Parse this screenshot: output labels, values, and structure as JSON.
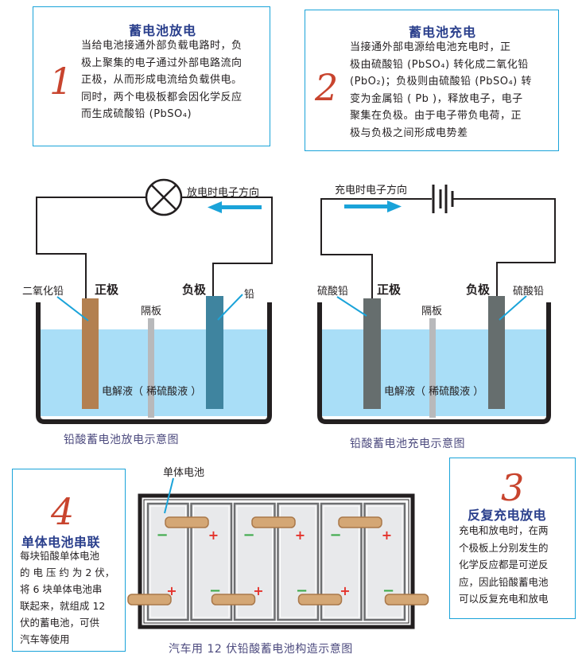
{
  "box1": {
    "number": "1",
    "title": "蓄电池放电",
    "lines": [
      "当给电池接通外部负载电路时，负",
      "极上聚集的电子通过外部电路流向",
      "正极，从而形成电流给负载供电。",
      "同时，两个电极板都会因化学反应",
      "而生成硫酸铅 (PbSO₄)"
    ]
  },
  "box2": {
    "number": "2",
    "title": "蓄电池充电",
    "lines": [
      "当接通外部电源给电池充电时，正",
      "极由硫酸铅 (PbSO₄) 转化成二氧化铅",
      "(PbO₂)；负极则由硫酸铅 (PbSO₄) 转",
      "变为金属铅 ( Pb )，释放电子，电子",
      "聚集在负极。由于电子带负电荷，正",
      "极与负极之间形成电势差"
    ]
  },
  "box3": {
    "number": "3",
    "title": "反复充电放电",
    "lines": [
      "充电和放电时，在两",
      "个极板上分别发生的",
      "化学反应都是可逆反",
      "应，因此铅酸蓄电池",
      "可以反复充电和放电"
    ]
  },
  "box4": {
    "number": "4",
    "title": "单体电池串联",
    "lines": [
      "每块铅酸单体电池",
      "的 电 压 约 为 2 伏，",
      "将 6 块单体电池串",
      "联起来，就组成 12",
      "伏的蓄电池，可供",
      "汽车等使用"
    ]
  },
  "discharge": {
    "direction_label": "放电时电子方向",
    "positive_material": "二氧化铅",
    "positive_label": "正极",
    "negative_label": "负极",
    "negative_material": "铅",
    "separator_label": "隔板",
    "electrolyte_label": "电解液（ 稀硫酸液 ）",
    "caption": "铅酸蓄电池放电示意图",
    "load_symbol": "lamp-icon",
    "arrow_direction": "left"
  },
  "charge": {
    "direction_label": "充电时电子方向",
    "positive_material": "硫酸铅",
    "positive_label": "正极",
    "negative_label": "负极",
    "negative_material": "硫酸铅",
    "separator_label": "隔板",
    "electrolyte_label": "电解液（ 稀硫酸液 ）",
    "caption": "铅酸蓄电池充电示意图",
    "source_symbol": "battery-icon",
    "arrow_direction": "right"
  },
  "battery12v": {
    "cell_label": "单体电池",
    "caption": "汽车用 12 伏铅酸蓄电池构造示意图",
    "cell_count": 6,
    "top_signs": [
      "−",
      "+",
      "−",
      "+",
      "−",
      "+"
    ],
    "bottom_signs": [
      "+",
      "−",
      "+",
      "−",
      "+",
      "−"
    ]
  },
  "colors": {
    "box_border": "#1aa3d9",
    "title_blue": "#2a3f8c",
    "number_red": "#c8442e",
    "electrolyte": "#a9def7",
    "arrow_blue": "#1aa3d9",
    "pbo2_plate": "#b38050",
    "pb_plate": "#3f849f",
    "pbso4_plate": "#666e6e",
    "separator": "#b8b9bb",
    "connector": "#d4a775",
    "plus_red": "#e4322b",
    "minus_green": "#3daa4a",
    "caption_purple": "#4c4a7e"
  }
}
